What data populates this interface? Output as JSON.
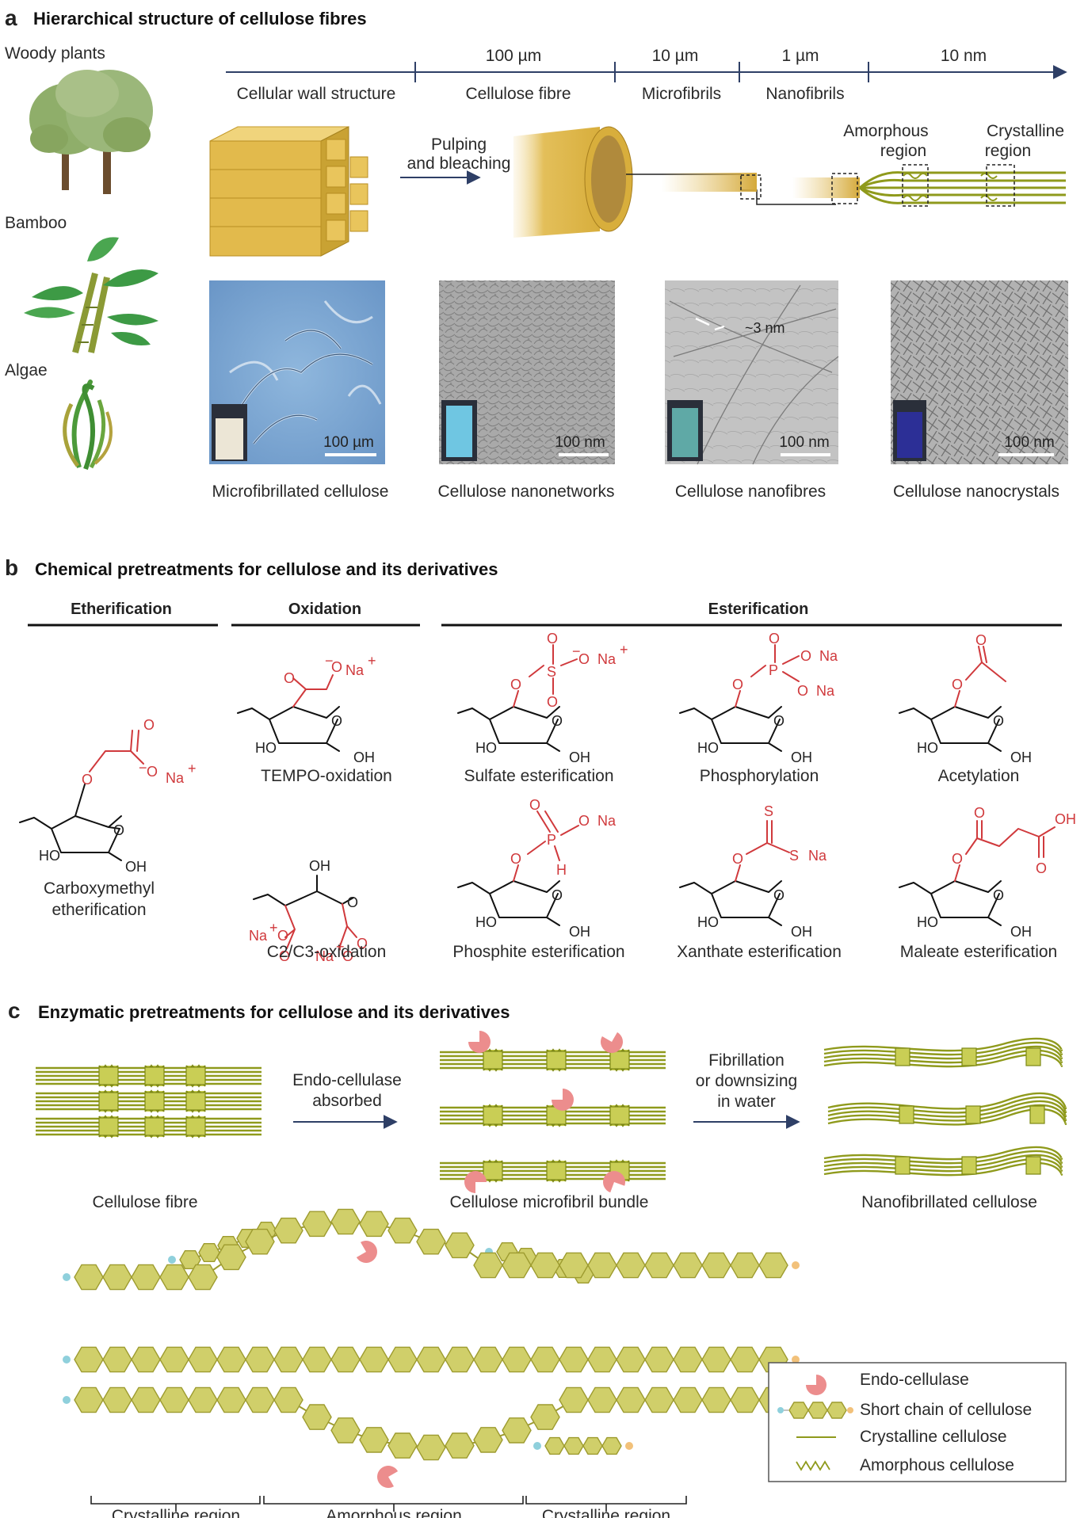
{
  "panel_a": {
    "letter": "a",
    "title": "Hierarchical structure of cellulose fibres",
    "sources": [
      "Woody plants",
      "Bamboo",
      "Algae"
    ],
    "scales": [
      "100 µm",
      "10 µm",
      "1 µm",
      "10 nm"
    ],
    "levels": [
      "Cellular wall structure",
      "Cellulose fibre",
      "Microfibrils",
      "Nanofibrils"
    ],
    "process_label": [
      "Pulping",
      "and bleaching"
    ],
    "amorphous_label": [
      "Amorphous",
      "region"
    ],
    "crystalline_label": [
      "Crystalline",
      "region"
    ],
    "micrographs": [
      {
        "label": "Microfibrillated cellulose",
        "scale": "100 µm"
      },
      {
        "label": "Cellulose nanonetworks",
        "scale": "100 nm"
      },
      {
        "label": "Cellulose nanofibres",
        "scale": "100 nm",
        "annotation": "~3 nm"
      },
      {
        "label": "Cellulose nanocrystals",
        "scale": "100 nm"
      }
    ]
  },
  "panel_b": {
    "letter": "b",
    "title": "Chemical pretreatments for cellulose and its derivatives",
    "categories": [
      "Etherification",
      "Oxidation",
      "Esterification"
    ],
    "reactions": [
      "Carboxymethyl etherification",
      "TEMPO-oxidation",
      "Sulfate esterification",
      "Phosphorylation",
      "Acetylation",
      "C2/C3-oxidation",
      "Phosphite esterification",
      "Xanthate esterification",
      "Maleate esterification"
    ],
    "atoms": {
      "O": "O",
      "HO": "HO",
      "OH": "OH",
      "Na": "Na",
      "plus": "+",
      "minus": "−",
      "S": "S",
      "P": "P",
      "H": "H"
    }
  },
  "panel_c": {
    "letter": "c",
    "title": "Enzymatic pretreatments for cellulose and its derivatives",
    "step1": [
      "Endo-cellulase",
      "absorbed"
    ],
    "step2": [
      "Fibrillation",
      "or downsizing",
      "in water"
    ],
    "stages": [
      "Cellulose fibre",
      "Cellulose microfibril bundle",
      "Nanofibrillated cellulose"
    ],
    "regions": [
      "Crystalline region",
      "Amorphous region",
      "Crystalline region"
    ],
    "legend": [
      "Endo-cellulase",
      "Short chain of cellulose",
      "Crystalline cellulose",
      "Amorphous cellulose"
    ]
  },
  "colors": {
    "accent_red": "#d0393c",
    "fibre_olive": "#8f9a1c",
    "glucose_hex": "#d0cf6a",
    "wood_gold": "#d9b340",
    "arrow_navy": "#2e3f66"
  }
}
